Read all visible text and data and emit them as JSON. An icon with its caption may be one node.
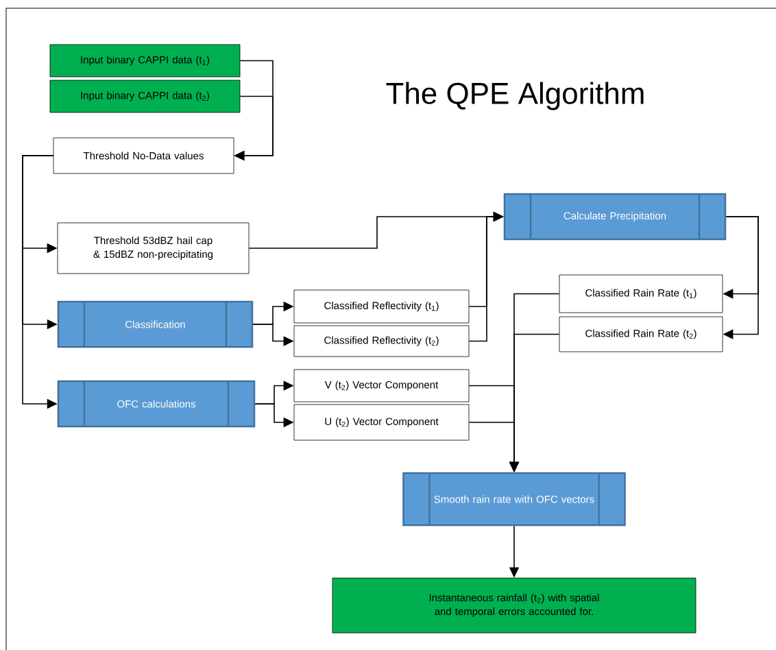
{
  "diagram": {
    "title": "The QPE Algorithm",
    "nodes": [
      {
        "text": [
          "Input binary CAPPI data (t$_{1}$)"
        ]
      },
      {
        "text": [
          "Input binary CAPPI data (t$_{2}$)"
        ]
      },
      {
        "text": [
          "Threshold No-Data values"
        ]
      },
      {
        "text": [
          "Threshold 53dBZ hail cap & 15dBZ non-precipitating"
        ]
      },
      {
        "text": [
          "Calculate Precipitation"
        ]
      },
      {
        "text": [
          "Classification"
        ]
      },
      {
        "text": [
          "Classified Reflectivity (t$_{1}$)"
        ]
      },
      {
        "text": [
          "Classified Reflectivity (t$_{2}$)"
        ]
      },
      {
        "text": [
          "Classified Rain Rate (t$_{1}$)"
        ]
      },
      {
        "text": [
          "Classified Rain Rate (t$_{2}$)"
        ]
      },
      {
        "text": [
          "OFC calculations"
        ]
      },
      {
        "text": [
          "V (t$_{2}$) Vector Component"
        ]
      },
      {
        "text": [
          "U (t$_{2}$) Vector Component"
        ]
      },
      {
        "text": [
          "Smooth rain rate with OFC vectors"
        ]
      },
      {
        "text": [
          "Instantaneous rainfall (t$_{2}$) with spatial and temporal errors accounted for."
        ]
      }
    ],
    "edges": [
      {
        "from": 0,
        "to": 2,
        "arrow": "to"
      },
      {
        "from": 1,
        "to": 2,
        "arrow": "to"
      },
      {
        "from": 2,
        "to": 3,
        "arrow": "to"
      },
      {
        "from": 2,
        "to": 5,
        "arrow": "to"
      },
      {
        "from": 2,
        "to": 10,
        "arrow": "to"
      },
      {
        "from": 3,
        "to": 4,
        "arrow": "to"
      },
      {
        "from": 5,
        "to": 6,
        "arrow": "to"
      },
      {
        "from": 5,
        "to": 7,
        "arrow": "to"
      },
      {
        "from": 6,
        "to": 4,
        "arrow": "to"
      },
      {
        "from": 7,
        "to": 4,
        "arrow": "to"
      },
      {
        "from": 10,
        "to": 11,
        "arrow": "to"
      },
      {
        "from": 10,
        "to": 12,
        "arrow": "to"
      },
      {
        "from": 4,
        "to": 8,
        "arrow": "to"
      },
      {
        "from": 4,
        "to": 9,
        "arrow": "to"
      },
      {
        "from": 8,
        "to": 13,
        "arrow": "to"
      },
      {
        "from": 9,
        "to": 13,
        "arrow": "to"
      },
      {
        "from": 11,
        "to": 13,
        "arrow": "to"
      },
      {
        "from": 12,
        "to": 13,
        "arrow": "to"
      },
      {
        "from": 13,
        "to": 14,
        "arrow": "to"
      }
    ]
  }
}
